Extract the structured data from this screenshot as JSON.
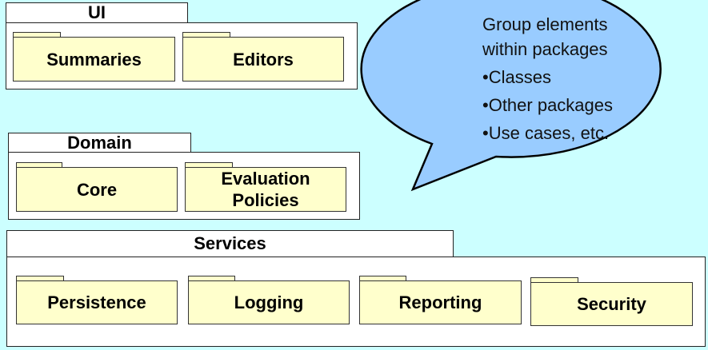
{
  "packages": {
    "ui": {
      "title": "UI",
      "children": [
        "Summaries",
        "Editors"
      ]
    },
    "domain": {
      "title": "Domain",
      "children": [
        "Core",
        "Evaluation Policies"
      ]
    },
    "services": {
      "title": "Services",
      "children": [
        "Persistence",
        "Logging",
        "Reporting",
        "Security"
      ]
    }
  },
  "callout": {
    "heading_line1": "Group elements",
    "heading_line2": "within packages",
    "bullets": [
      "•Classes",
      "•Other packages",
      "•Use cases, etc."
    ]
  },
  "colors": {
    "background": "#ccffff",
    "package": "#ffffff",
    "sub_package": "#ffffcc",
    "callout_fill": "#99ccff"
  }
}
